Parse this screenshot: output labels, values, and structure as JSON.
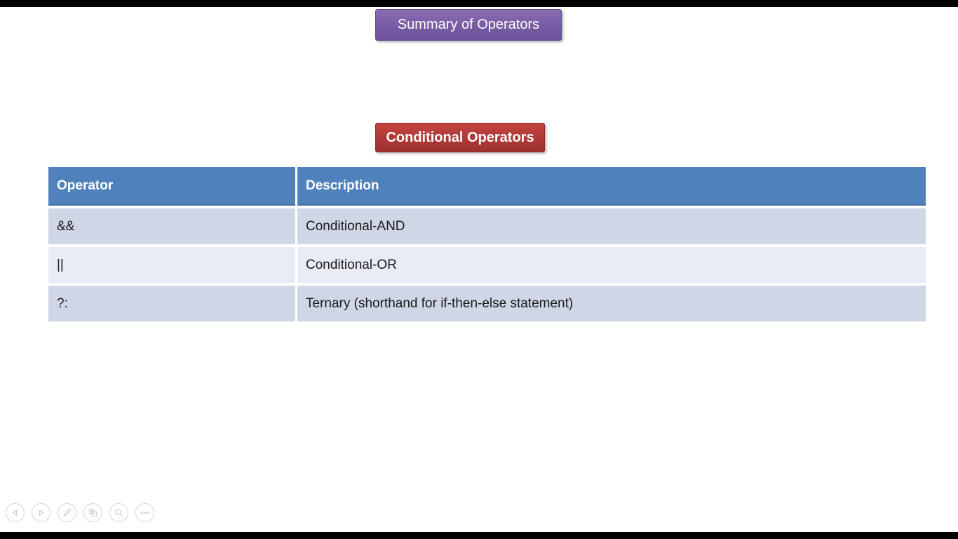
{
  "slide": {
    "title": "Summary of Operators",
    "section_label": "Conditional Operators",
    "table": {
      "headers": [
        "Operator",
        "Description"
      ],
      "rows": [
        {
          "operator": "&&",
          "description": "Conditional-AND"
        },
        {
          "operator": "||",
          "description": "Conditional-OR"
        },
        {
          "operator": "?:",
          "description": "Ternary (shorthand for if-then-else statement)"
        }
      ]
    },
    "colors": {
      "title_box": "#7a5ea7",
      "section_box": "#b03a38",
      "table_header": "#4f81bd",
      "row_odd": "#cfd6e6",
      "row_even": "#e9ecf4"
    }
  },
  "presenter_controls": [
    {
      "icon": "left-arrow-icon",
      "action": "previous-slide"
    },
    {
      "icon": "right-arrow-icon",
      "action": "next-slide"
    },
    {
      "icon": "pen-icon",
      "action": "pen-and-laser-tools"
    },
    {
      "icon": "slides-grid-icon",
      "action": "see-all-slides"
    },
    {
      "icon": "magnifier-icon",
      "action": "zoom-into-slide"
    },
    {
      "icon": "ellipsis-icon",
      "action": "more-options"
    }
  ]
}
